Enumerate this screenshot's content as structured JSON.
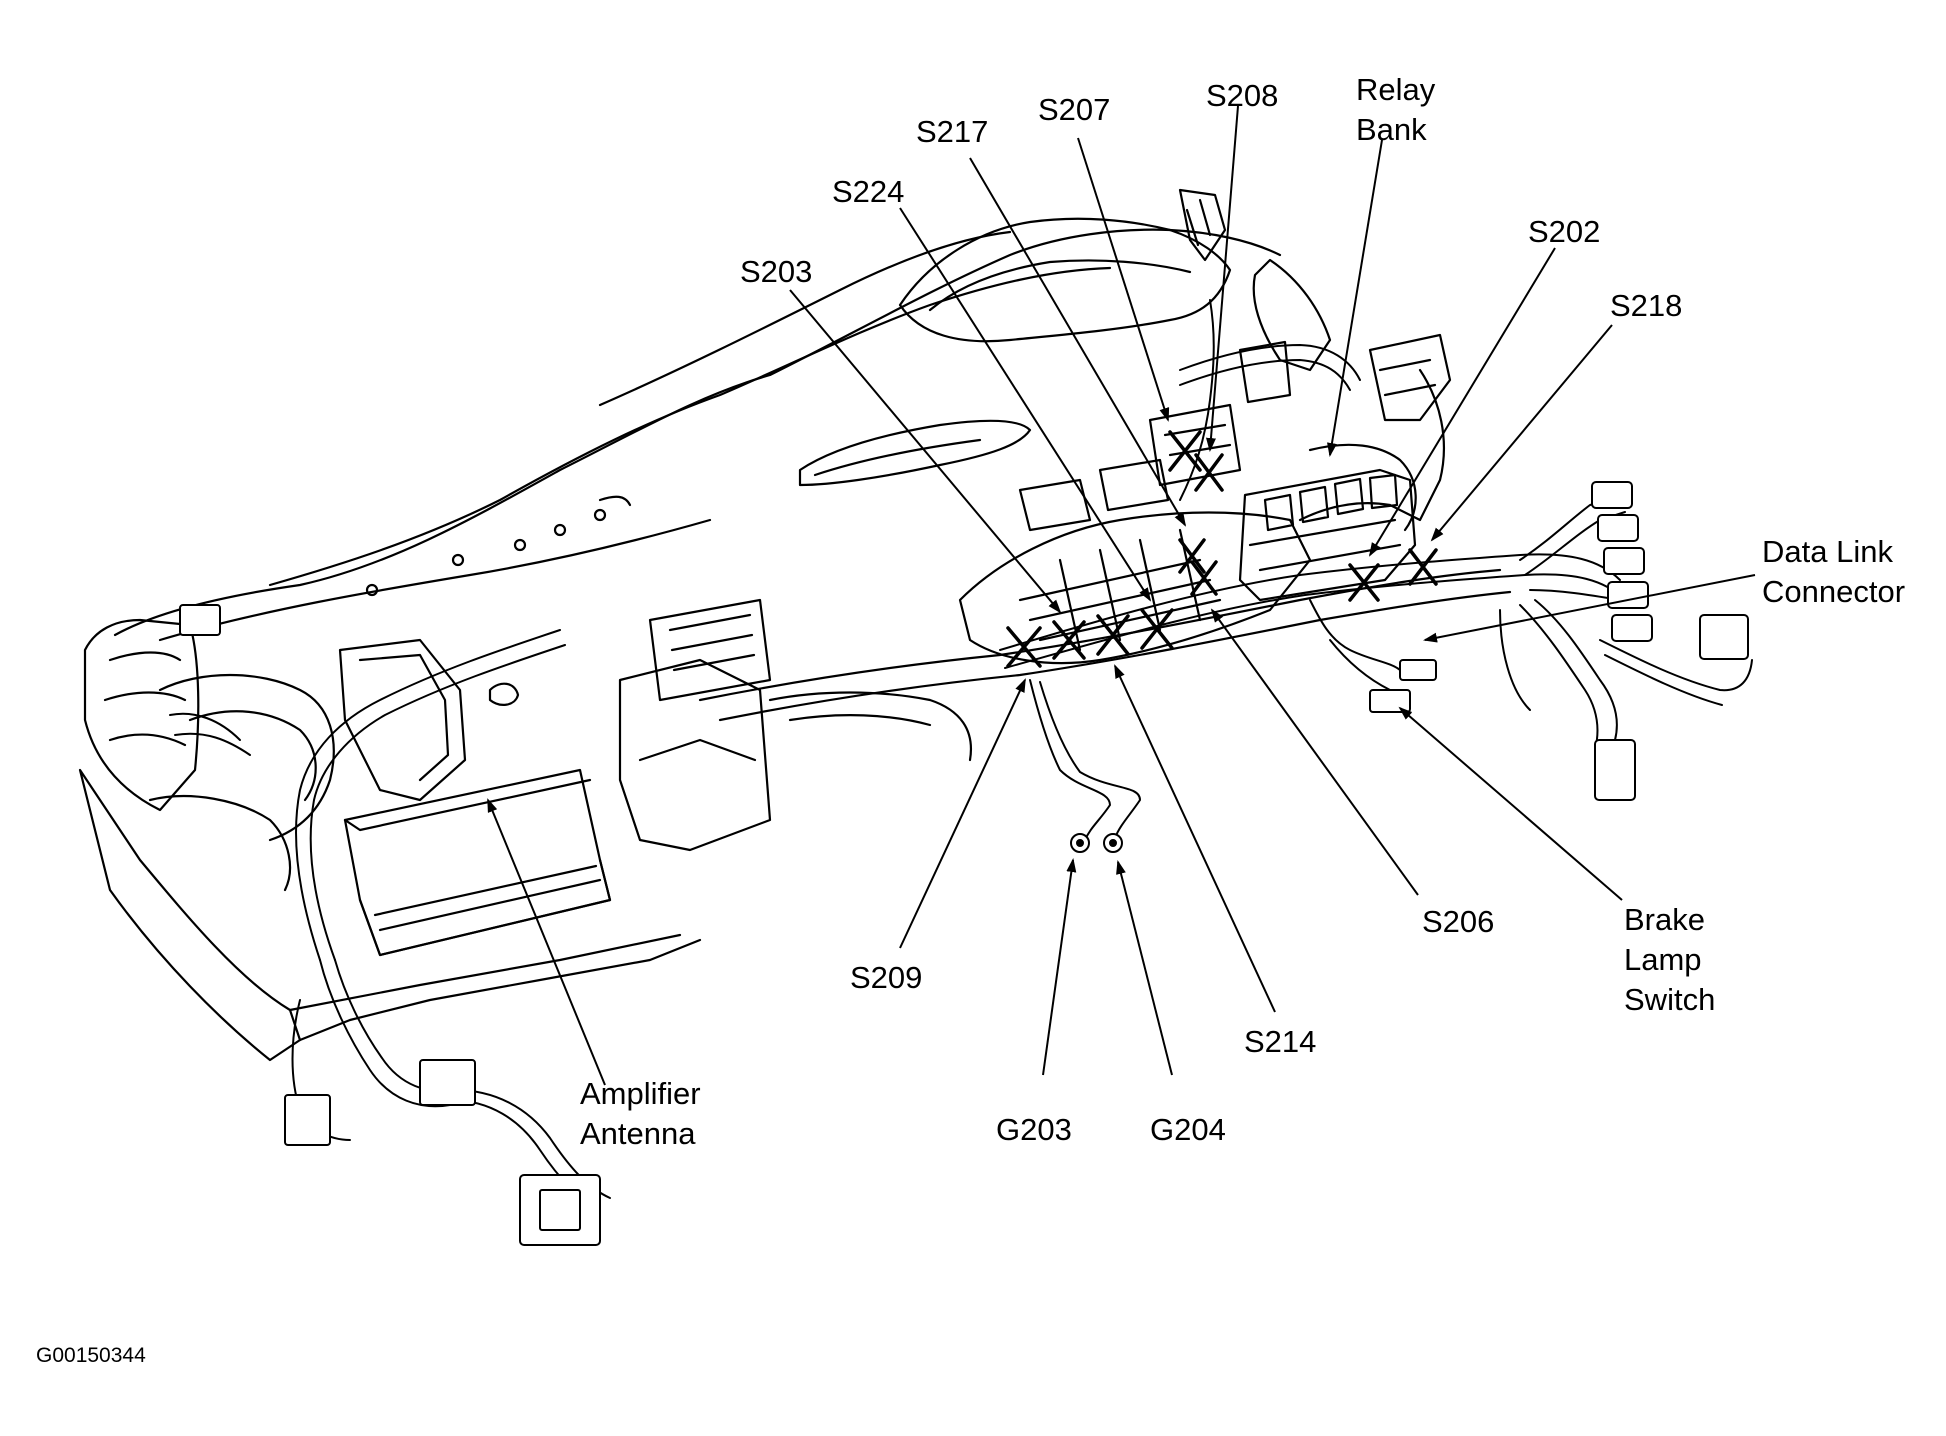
{
  "figure_id": "G00150344",
  "labels": {
    "s207": "S207",
    "s208": "S208",
    "relay_bank": [
      "Relay",
      "Bank"
    ],
    "s217": "S217",
    "s224": "S224",
    "s203": "S203",
    "s202": "S202",
    "s218": "S218",
    "data_link_connector": [
      "Data Link",
      "Connector"
    ],
    "s206": "S206",
    "brake_lamp_switch": [
      "Brake",
      "Lamp",
      "Switch"
    ],
    "s209": "S209",
    "s214": "S214",
    "g203": "G203",
    "g204": "G204",
    "amplifier_antenna": [
      "Amplifier",
      "Antenna"
    ]
  },
  "colors": {
    "ink": "#000000",
    "background": "#ffffff"
  }
}
